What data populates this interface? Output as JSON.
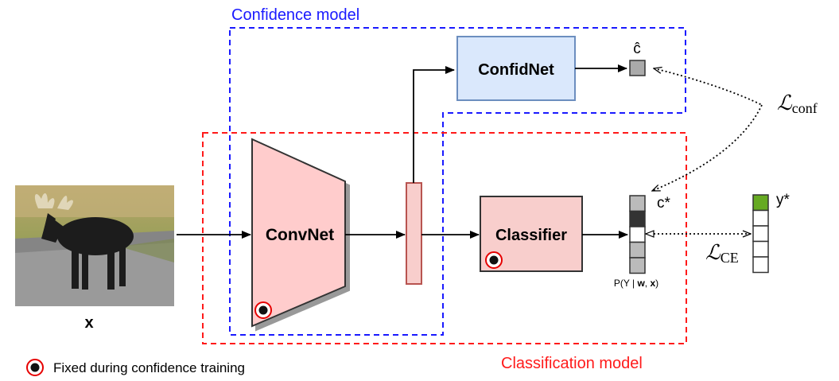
{
  "regions": {
    "confidence_model": {
      "label": "Confidence model",
      "color": "#1a1aff"
    },
    "classification_model": {
      "label": "Classification model",
      "color": "#ff1a1a"
    }
  },
  "blocks": {
    "convnet": {
      "label": "ConvNet",
      "fill": "#ffcccc",
      "stroke": "#333333"
    },
    "confidnet": {
      "label": "ConfidNet",
      "fill": "#dae8fc",
      "stroke": "#6c8ebf"
    },
    "classifier": {
      "label": "Classifier",
      "fill": "#f8cecc",
      "stroke": "#333333"
    }
  },
  "input": {
    "image_description_icon": "moose-photo",
    "label": "x"
  },
  "outputs": {
    "c_hat": "ĉ",
    "c_star": "c*",
    "y_star": "y*",
    "prob_label_prefix": "P(Y | ",
    "prob_label_w": "w",
    "prob_label_sep": ", ",
    "prob_label_x": "x",
    "prob_label_suffix": ")"
  },
  "losses": {
    "conf": {
      "symbol": "ℒ",
      "subscript": "conf"
    },
    "ce": {
      "symbol": "ℒ",
      "subscript": "CE"
    }
  },
  "legend": {
    "fixed_icon": "fixed-target-icon",
    "fixed_label": "Fixed during confidence training"
  },
  "colors": {
    "prob_cells": [
      "#bbbbbb",
      "#333333",
      "#ffffff",
      "#bbbbbb",
      "#bbbbbb"
    ],
    "target_cells": [
      "#66aa22",
      "#ffffff",
      "#ffffff",
      "#ffffff",
      "#ffffff"
    ],
    "feature_bar_fill": "#f8cecc",
    "feature_bar_stroke": "#b85450"
  }
}
